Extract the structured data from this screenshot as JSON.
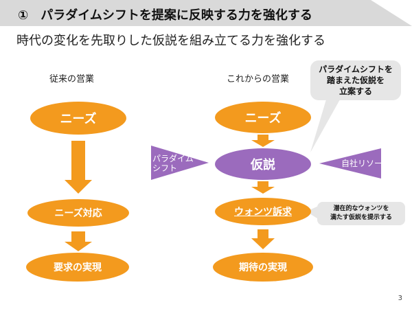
{
  "header": {
    "title": "①　パラダイムシフトを提案に反映する力を強化する",
    "subtitle": "時代の変化を先取りした仮説を組み立てる力を強化する"
  },
  "left_column": {
    "label": "従来の営業",
    "steps": [
      "ニーズ",
      "ニーズ対応",
      "要求の実現"
    ]
  },
  "right_column": {
    "label": "これからの営業",
    "steps": [
      "ニーズ",
      "仮説",
      "ウォンツ訴求",
      "期待の実現"
    ]
  },
  "side_inputs": {
    "left_line1": "パラダイム",
    "left_line2": "シフト",
    "right": "自社リソース"
  },
  "callouts": {
    "top_line1": "パラダイムシフトを",
    "top_line2": "踏まえた仮説を",
    "top_line3": "立案する",
    "bottom_line1": "潜在的なウォンツを",
    "bottom_line2": "満たす仮説を提示する"
  },
  "colors": {
    "orange": "#f39a1e",
    "purple": "#9b6bbd",
    "callout_bg": "#e6e6e6",
    "title_bar": "#d9d9d9"
  },
  "page_number": "3"
}
